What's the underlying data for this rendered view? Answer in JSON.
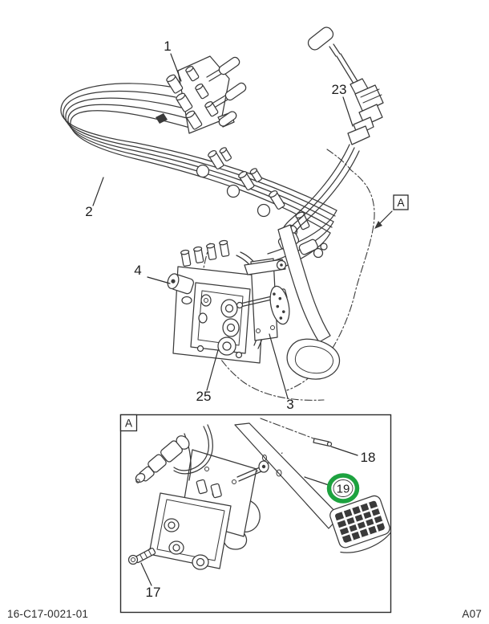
{
  "document": {
    "footer_left": "16-C17-0021-01",
    "footer_right": "A07"
  },
  "diagram": {
    "type": "parts-exploded-view",
    "subject": "Hydraulic brake tube bundle, control valve and brake pedal assembly",
    "detail_marker": "A",
    "main_callouts": [
      {
        "id": "1",
        "label": "1"
      },
      {
        "id": "2",
        "label": "2"
      },
      {
        "id": "23",
        "label": "23"
      },
      {
        "id": "4",
        "label": "4"
      },
      {
        "id": "25",
        "label": "25"
      },
      {
        "id": "3",
        "label": "3"
      }
    ],
    "inset": {
      "marker": "A",
      "callouts": [
        {
          "id": "18",
          "label": "18",
          "highlighted": false
        },
        {
          "id": "19",
          "label": "19",
          "highlighted": true
        },
        {
          "id": "17",
          "label": "17",
          "highlighted": false
        }
      ]
    },
    "colors": {
      "line": "#3a3a3a",
      "background": "#ffffff",
      "highlight_ring": "#1da23f"
    }
  }
}
